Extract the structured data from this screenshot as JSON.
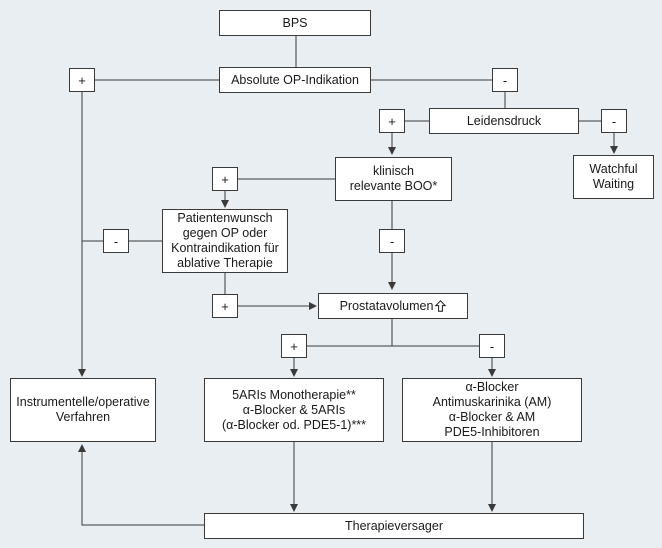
{
  "nodes": {
    "bps": "BPS",
    "absolute_op": "Absolute OP-Indikation",
    "leidensdruck": "Leidensdruck",
    "watchful": "Watchful\nWaiting",
    "boo": "klinisch\nrelevante BOO*",
    "patientenwunsch": "Patientenwunsch\ngegen OP oder\nKontraindikation für\nablative Therapie",
    "prostatavolumen": "Prostatavolumen",
    "instrumentelle": "Instrumentelle/operative\nVerfahren",
    "fivearis": "5ARIs Monotherapie**\nα-Blocker & 5ARIs\n(α-Blocker od. PDE5-1)***",
    "alpha": "α-Blocker\nAntimuskarinika (AM)\nα-Blocker & AM\nPDE5-Inhibitoren",
    "therapieversager": "Therapieversager"
  },
  "icons": {
    "prostatavolumen_arrow": "up-outline-arrow-icon"
  },
  "signs": {
    "absolute_plus": "+",
    "absolute_minus": "-",
    "leidensdruck_plus": "+",
    "leidensdruck_minus": "-",
    "boo_plus": "+",
    "boo_minus": "-",
    "patient_minus": "-",
    "patient_plus": "+",
    "prostata_plus": "+",
    "prostata_minus": "-"
  },
  "colors": {
    "background": "#e8eef2",
    "box": "#ffffff",
    "line": "#3a3a3a"
  }
}
